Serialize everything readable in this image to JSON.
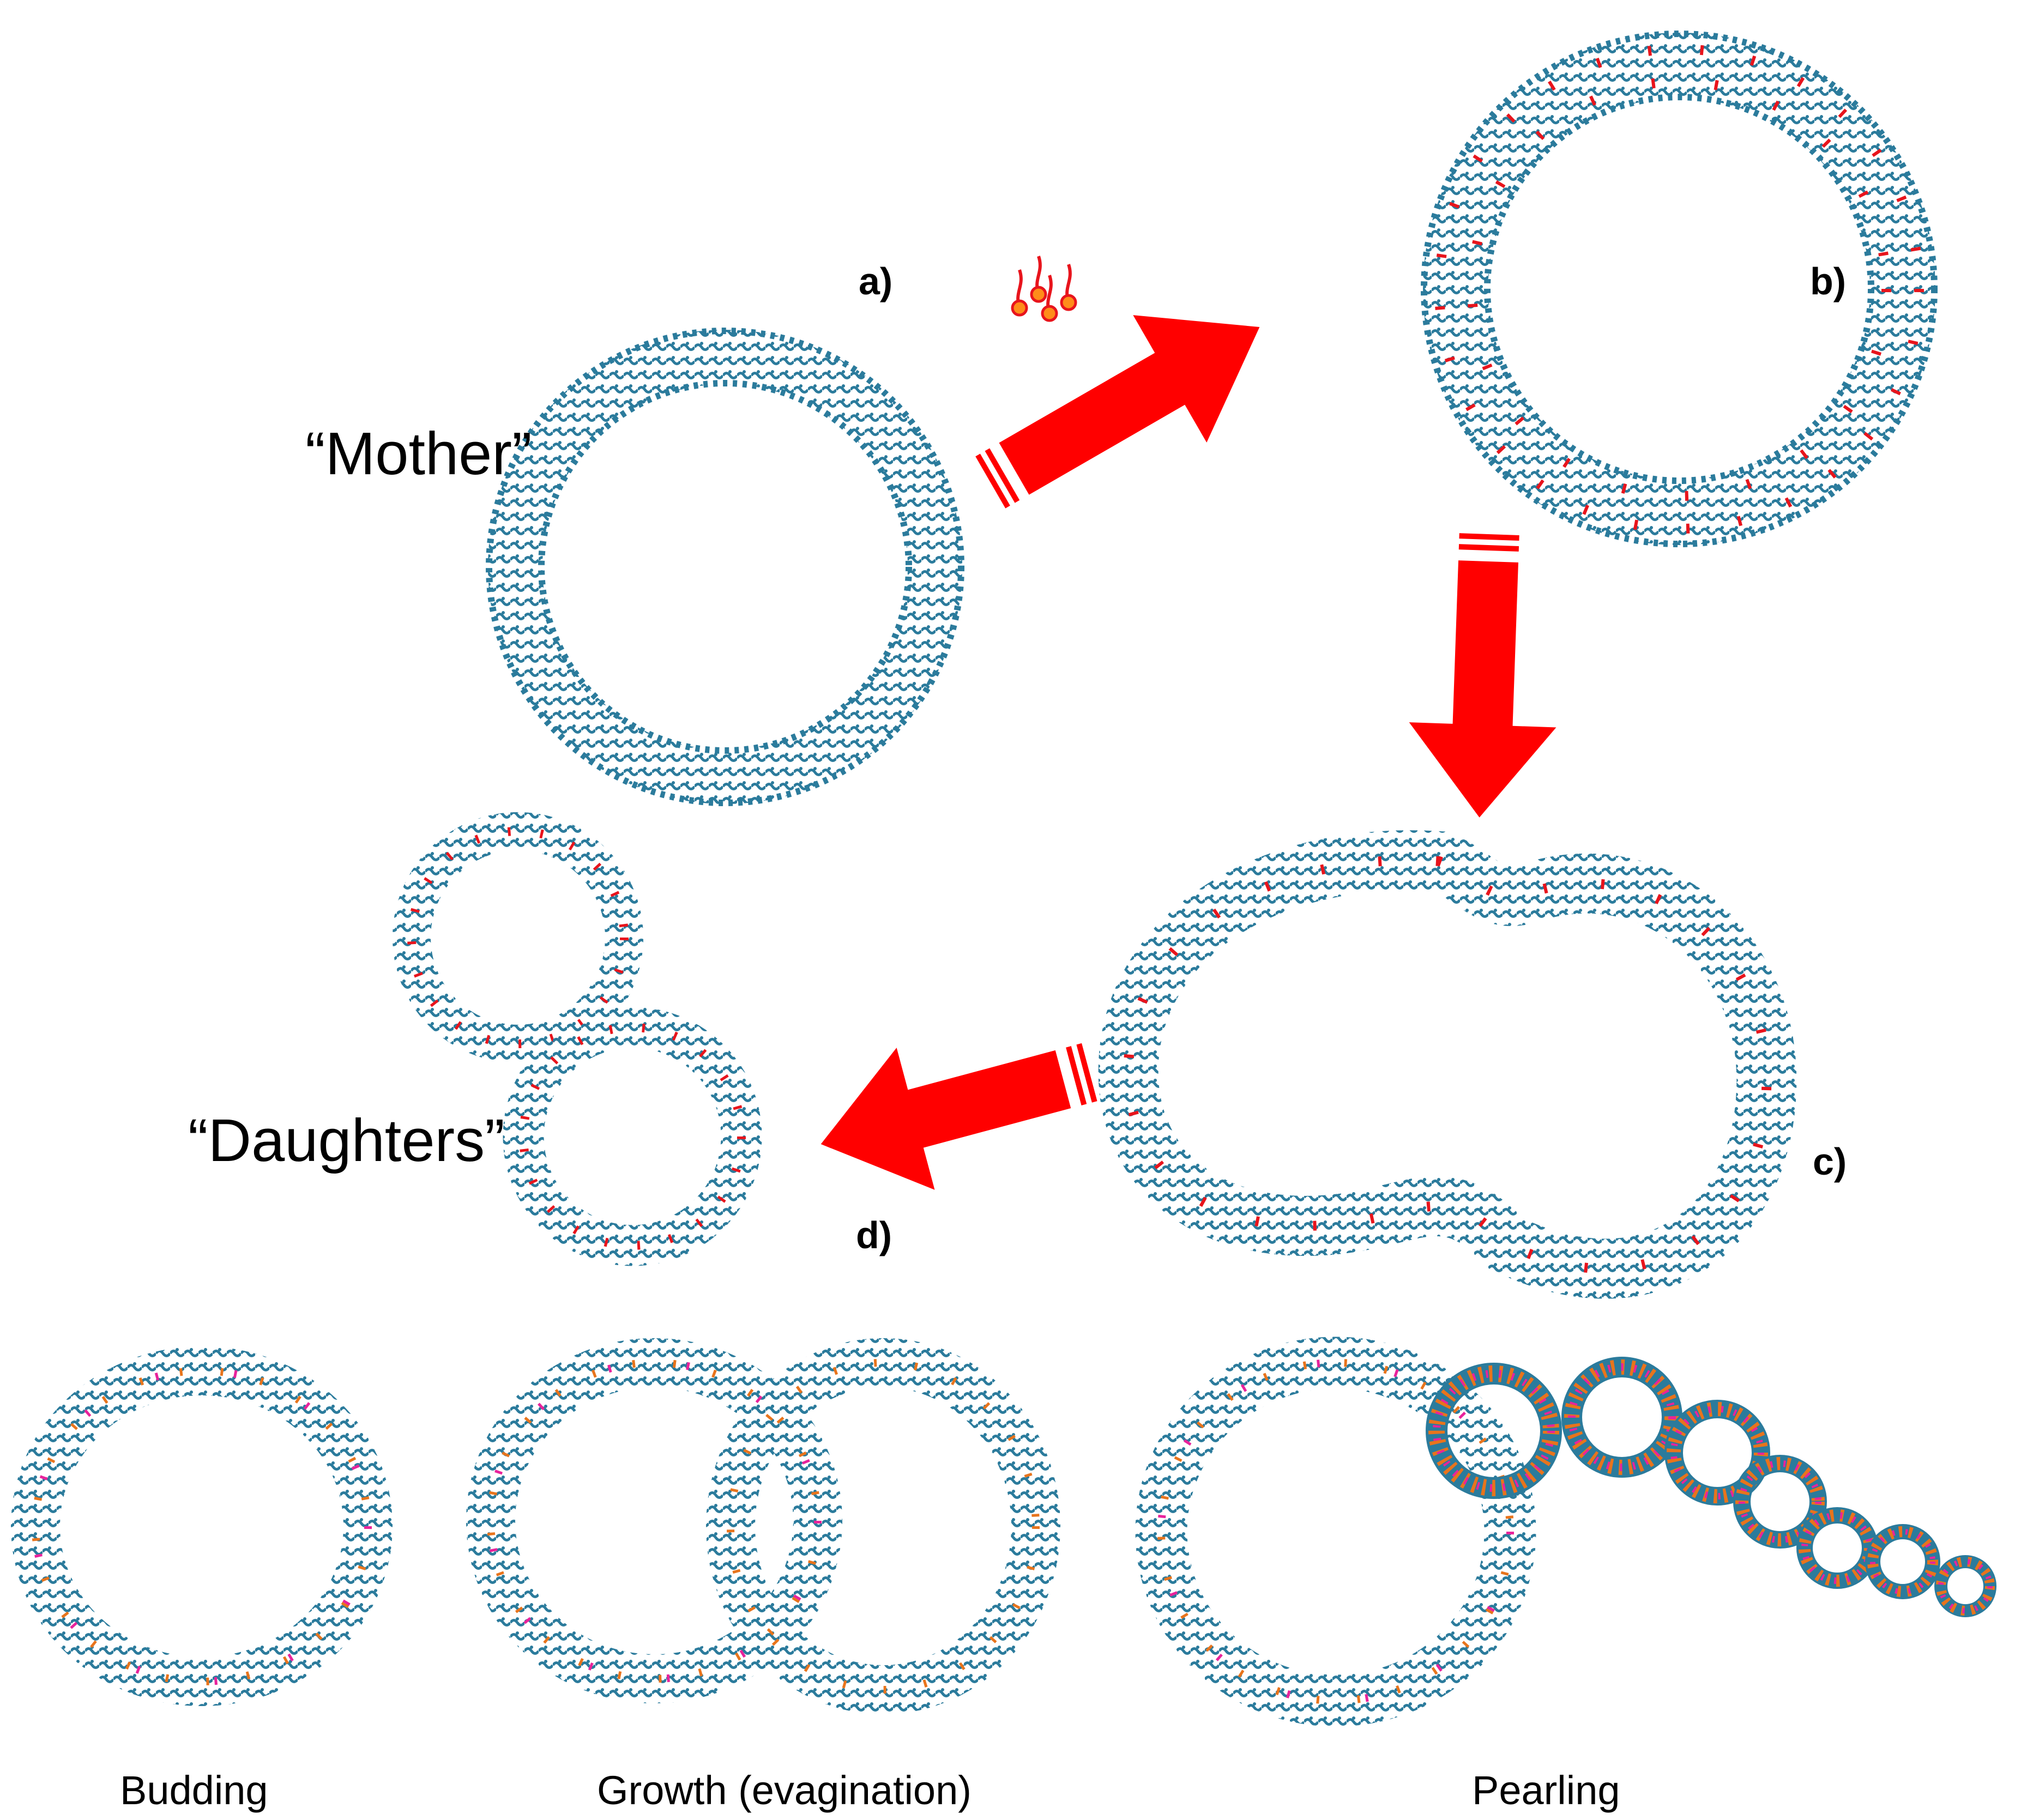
{
  "labels": {
    "mother": "“Mother”",
    "daughters": "“Daughters”",
    "step_a": "a)",
    "step_b": "b)",
    "step_c": "c)",
    "step_d": "d)"
  },
  "captions": {
    "budding": "Budding",
    "growth": "Growth (evagination)",
    "pearling": "Pearling"
  },
  "colors": {
    "lipid_main": "#2b7b9c",
    "lipid_added": "#e8141c",
    "lipid_orange": "#e8741c",
    "lipid_magenta": "#e8239c",
    "arrow": "#ff0000",
    "background": "#ffffff"
  }
}
